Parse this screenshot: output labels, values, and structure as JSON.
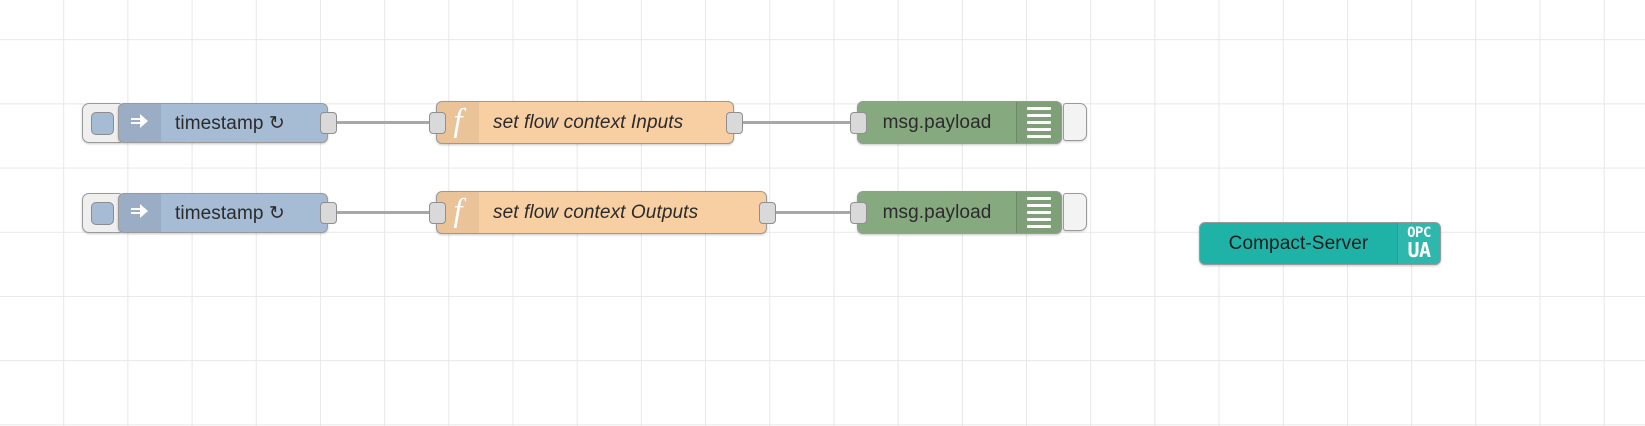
{
  "canvas": {
    "background_color": "#ffffff",
    "grid_color": "#e8e8e8",
    "wire_color": "#a8a8a8"
  },
  "flows": [
    {
      "id": "row-1",
      "nodes": [
        {
          "type": "inject",
          "name": "inject-node-timestamp-inputs",
          "label": "timestamp ↻",
          "icon": "arrow-right-icon",
          "color": "#a6bbd4",
          "button": "inject-trigger-button"
        },
        {
          "type": "function",
          "name": "function-node-set-flow-context-inputs",
          "label": "set flow context Inputs",
          "icon": "function-f-icon",
          "color": "#f8cfa2"
        },
        {
          "type": "debug",
          "name": "debug-node-msg-payload-inputs",
          "label": "msg.payload",
          "icon": "debug-lines-icon",
          "color": "#87a980",
          "toggle": "debug-enable-toggle"
        }
      ]
    },
    {
      "id": "row-2",
      "nodes": [
        {
          "type": "inject",
          "name": "inject-node-timestamp-outputs",
          "label": "timestamp ↻",
          "icon": "arrow-right-icon",
          "color": "#a6bbd4",
          "button": "inject-trigger-button"
        },
        {
          "type": "function",
          "name": "function-node-set-flow-context-outputs",
          "label": "set flow context Outputs",
          "icon": "function-f-icon",
          "color": "#f8cfa2"
        },
        {
          "type": "debug",
          "name": "debug-node-msg-payload-outputs",
          "label": "msg.payload",
          "icon": "debug-lines-icon",
          "color": "#87a980",
          "toggle": "debug-enable-toggle"
        }
      ]
    }
  ],
  "standalone": {
    "opcua": {
      "type": "opcua-server",
      "name": "opcua-server-node",
      "label": "Compact-Server",
      "icon": "opc-ua-icon",
      "icon_text_top": "OPC",
      "icon_text_bottom": "UA",
      "color": "#1fb2a6"
    }
  },
  "icons": {
    "function_glyph": "f",
    "inject_arrow": "arrow-right-icon",
    "debug_lines": "debug-lines-icon"
  }
}
